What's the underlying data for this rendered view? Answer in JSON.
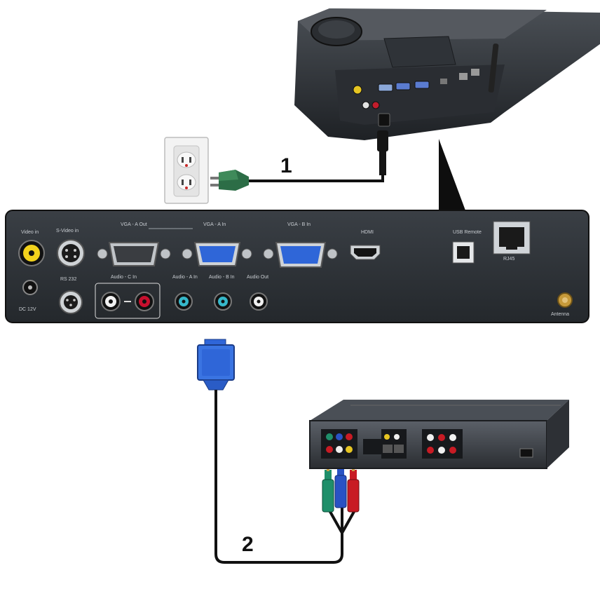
{
  "callouts": [
    {
      "id": "power-cable",
      "label": "1"
    },
    {
      "id": "vga-to-component-cable",
      "label": "2"
    }
  ],
  "panel_labels": {
    "video_in": "Video in",
    "s_video_in": "S-Video in",
    "vga_a_out": "VGA - A Out",
    "vga_a_in": "VGA - A In",
    "vga_b_in": "VGA - B In",
    "hdmi": "HDMI",
    "usb_remote": "USB Remote",
    "rj45": "RJ45",
    "dc_12v": "DC 12V",
    "rs232": "RS 232",
    "audio_c_in": "Audio - C In",
    "audio_a_in": "Audio - A In",
    "audio_b_in": "Audio - B In",
    "audio_out": "Audio Out",
    "antenna": "Antenna"
  },
  "colors": {
    "panel": "#2e3237",
    "vga_connector": "#2f66d8",
    "yellow_jack": "#f2d21c",
    "red_jack": "#c8102e",
    "teal_jack": "#36b7c9",
    "cable": "#111111",
    "rca_green": "#1f8f6a",
    "rca_blue": "#2952c4",
    "rca_red": "#c81b24"
  },
  "icons": [
    "projector",
    "wall-outlet",
    "power-plug",
    "vga-plug",
    "dvd-player",
    "component-rca-plugs"
  ]
}
